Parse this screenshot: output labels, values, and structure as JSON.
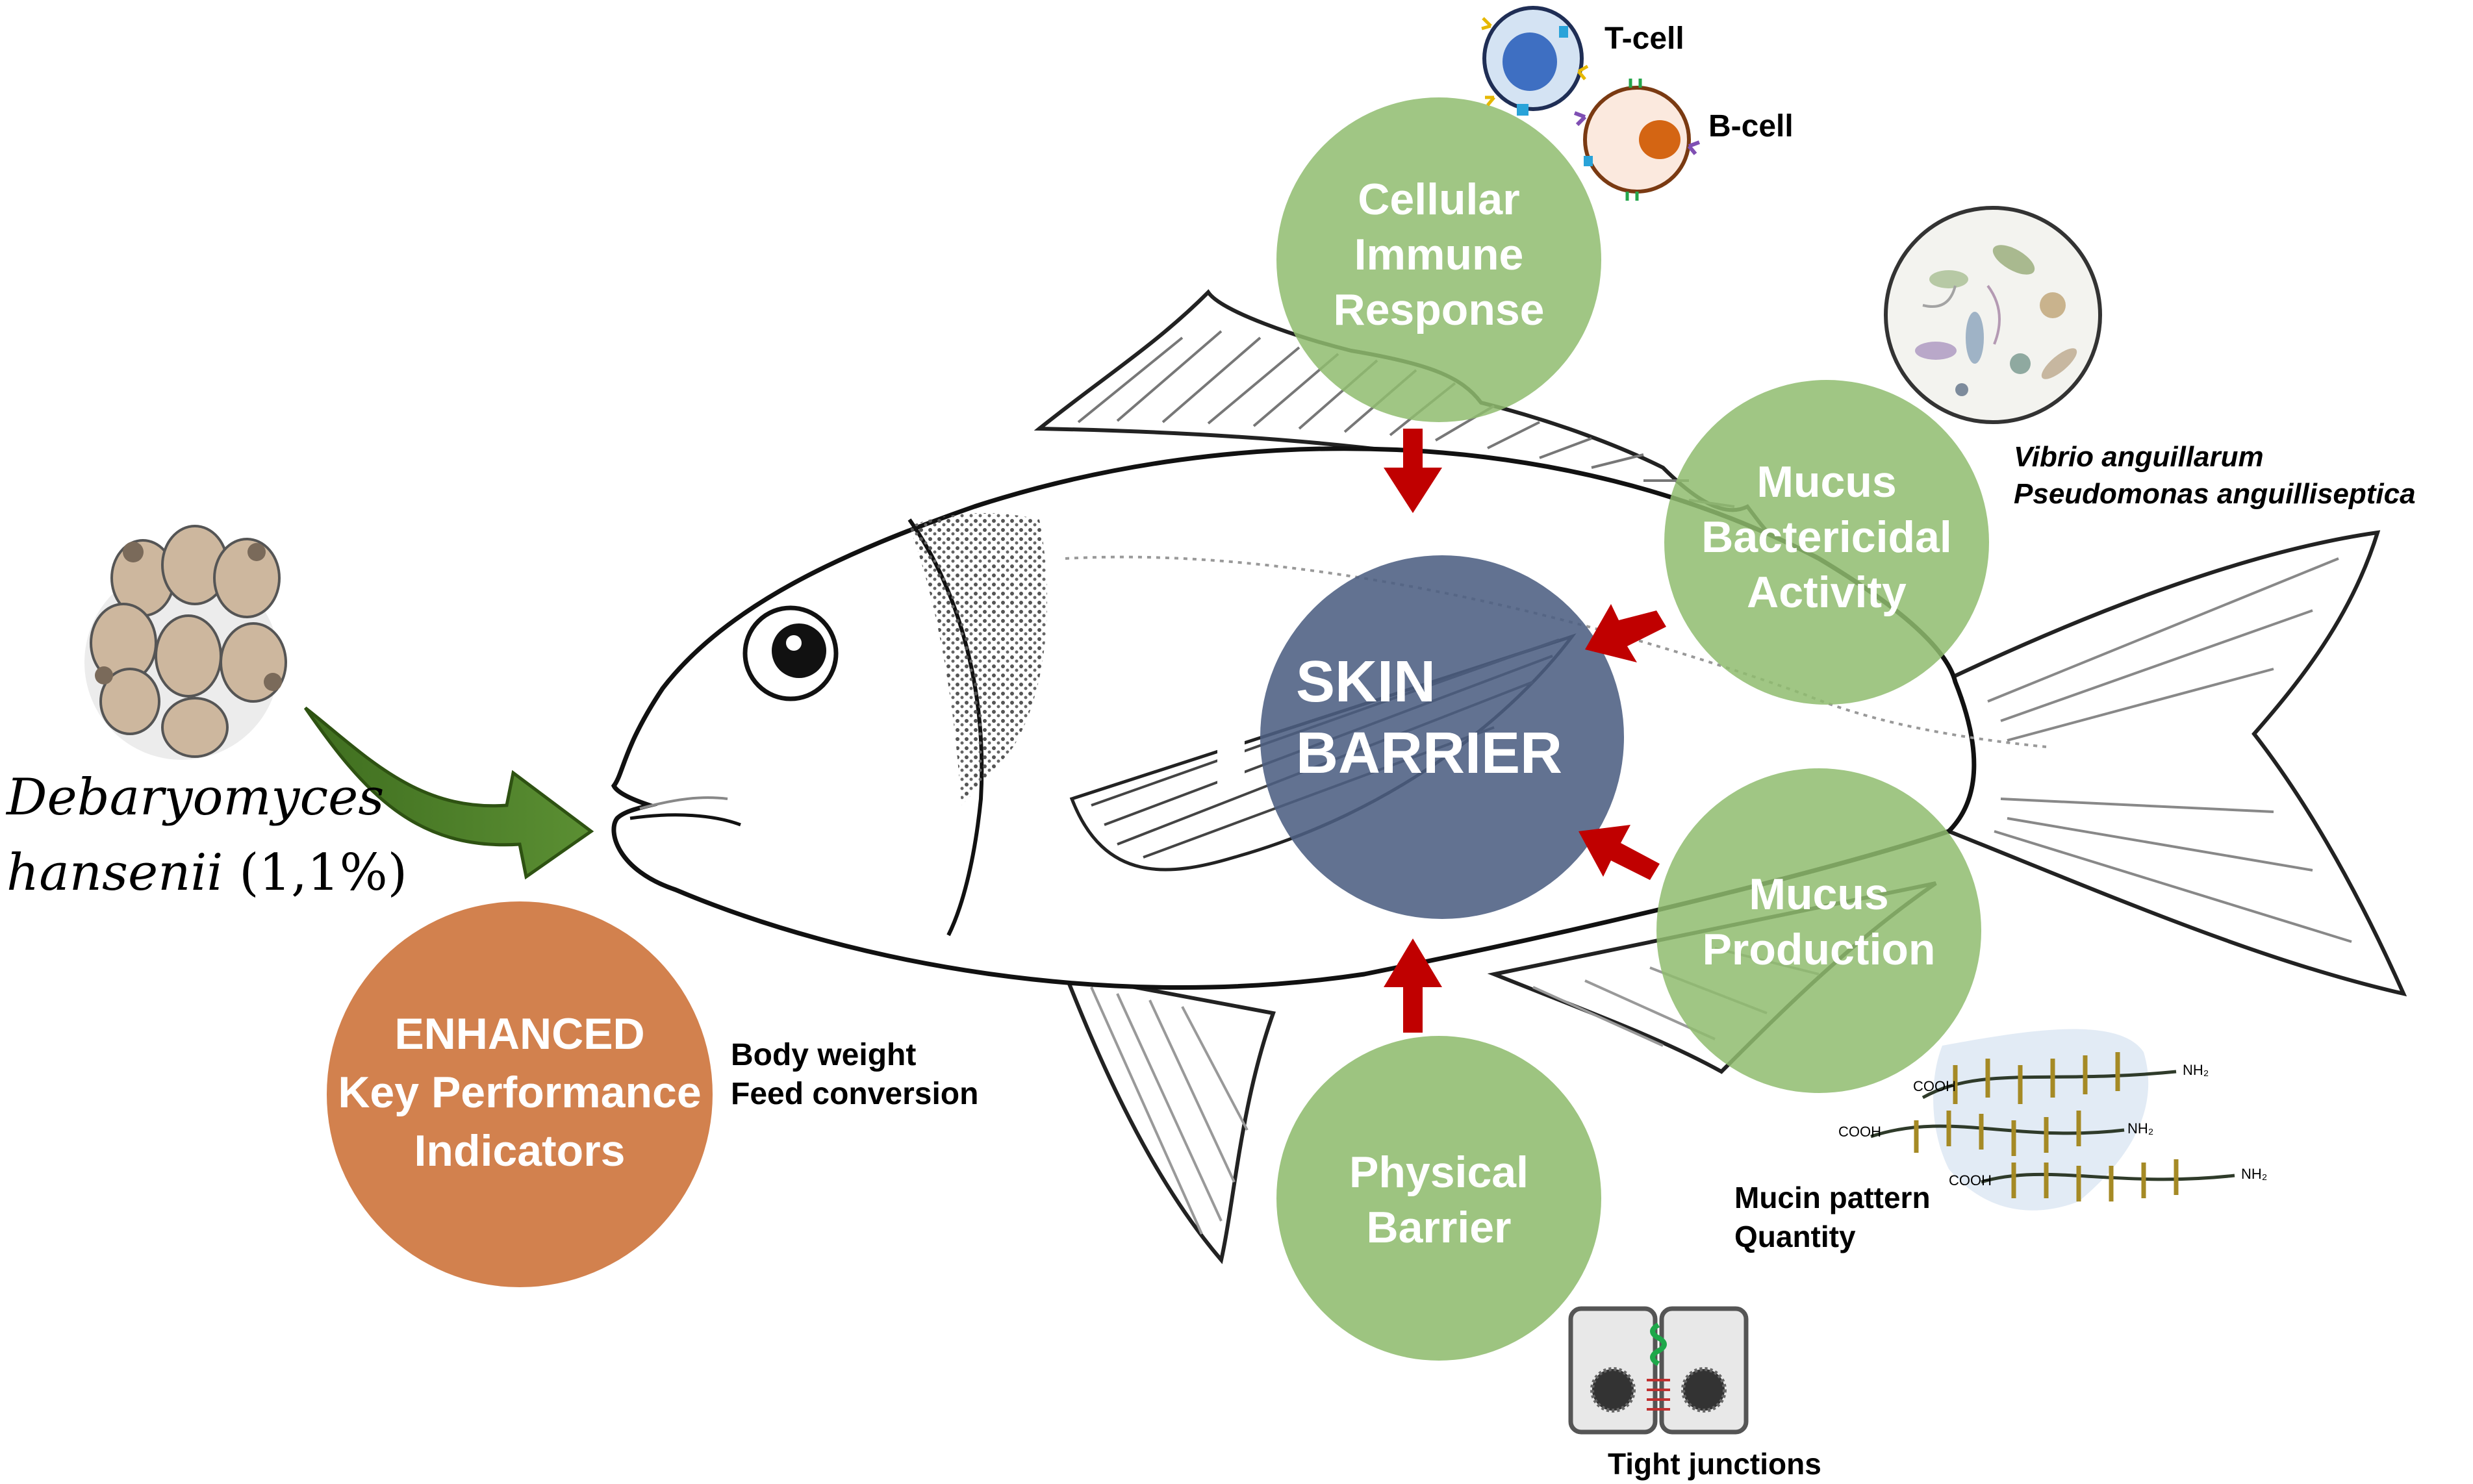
{
  "input": {
    "species_line1": "Debaryomyces",
    "species_line2": "hansenii",
    "dose": "(1,1%)"
  },
  "center": {
    "line1": "SKIN",
    "line2": "BARRIER"
  },
  "nodes": {
    "cellular": [
      "Cellular",
      "Immune",
      "Response"
    ],
    "bactericidal": [
      "Mucus",
      "Bactericidal",
      "Activity"
    ],
    "production": [
      "Mucus",
      "Production"
    ],
    "physical": [
      "Physical",
      "Barrier"
    ],
    "kpi": [
      "ENHANCED",
      "Key Performance",
      "Indicators"
    ]
  },
  "annotations": {
    "tcell": "T-cell",
    "bcell": "B-cell",
    "pathogen1": "Vibrio anguillarum",
    "pathogen2": "Pseudomonas anguilliseptica",
    "kpi1": "Body weight",
    "kpi2": "Feed conversion",
    "mucin1": "Mucin pattern",
    "mucin2": "Quantity",
    "tight": "Tight junctions",
    "cooh": "COOH",
    "nh2": "NH₂"
  },
  "colors": {
    "green_node": "#8fbc6e",
    "blue_center": "#4c5e82",
    "orange_kpi": "#d2814e",
    "arrow_red": "#c00000",
    "arrow_green": "#4f7f2b"
  }
}
